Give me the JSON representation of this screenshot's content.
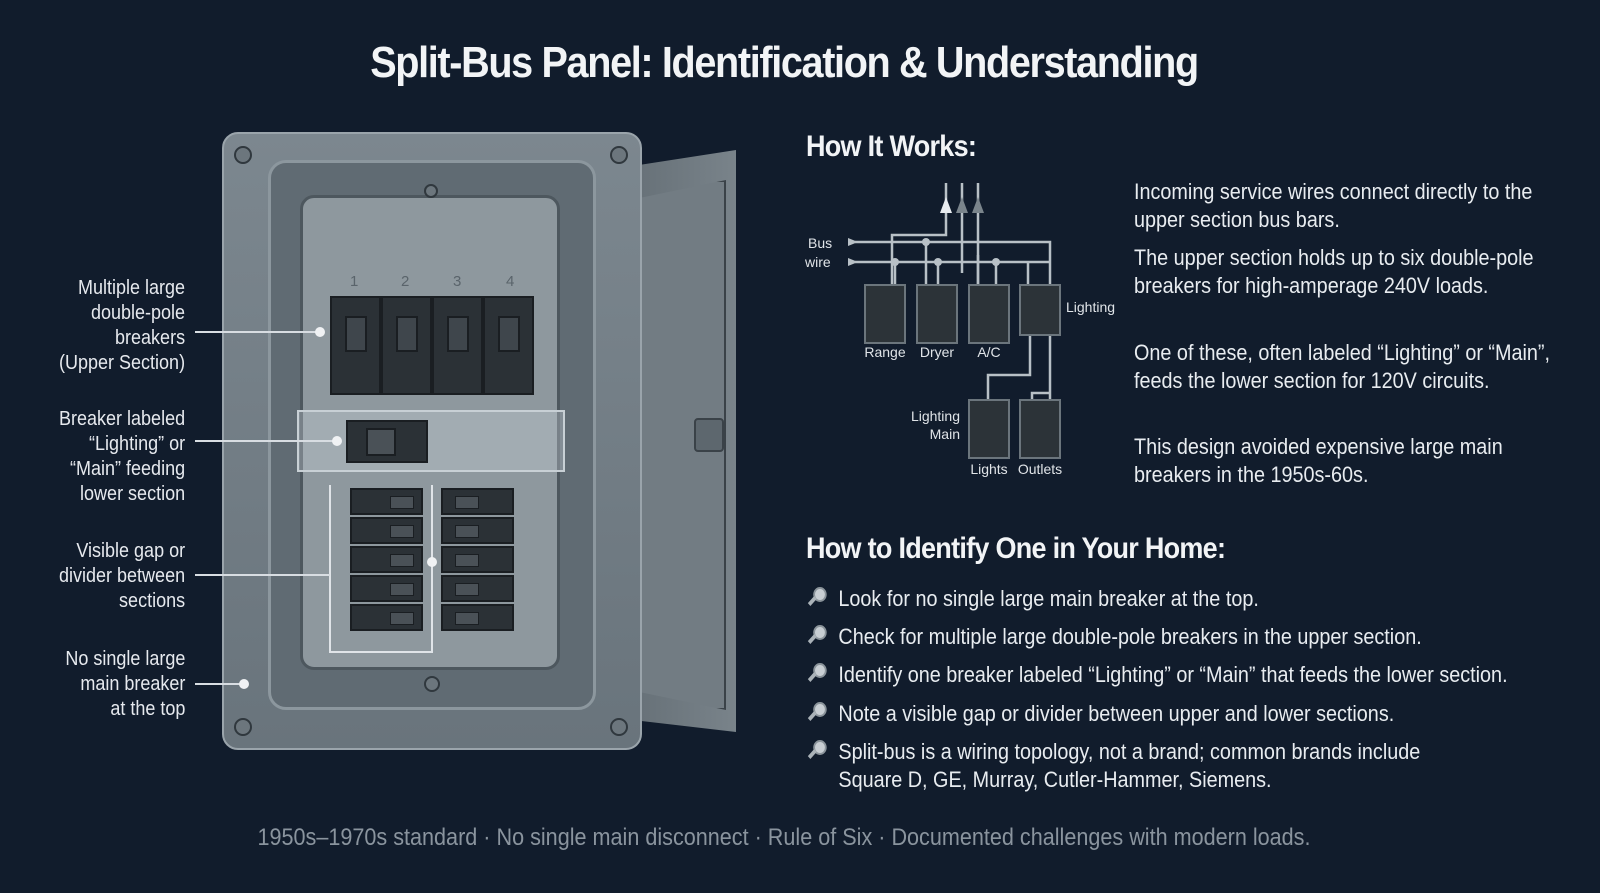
{
  "title": "Split-Bus Panel: Identification & Understanding",
  "panel": {
    "slot_numbers": [
      "1",
      "2",
      "3",
      "4"
    ],
    "callouts": [
      "Multiple large\ndouble-pole\nbreakers\n(Upper Section)",
      "Breaker labeled\n“Lighting” or\n“Main” feeding\nlower section",
      "Visible gap or\ndivider between\nsections",
      "No single large\nmain breaker\nat the top"
    ]
  },
  "how_it_works": {
    "heading": "How It Works:",
    "diagram": {
      "bus_label": "Bus",
      "wire_label": "wire",
      "breakers": [
        "Range",
        "Dryer",
        "A/C",
        "Lighting"
      ],
      "lower_label_1": "Lighting",
      "lower_label_2": "Main",
      "lower_breakers": [
        "Lights",
        "Outlets"
      ]
    },
    "paragraphs": [
      "Incoming service wires connect directly to the upper section bus bars.",
      "The upper section holds up to six double-pole breakers for high-amperage 240V loads.",
      "One of these, often labeled “Lighting” or “Main”, feeds the lower section for 120V circuits.",
      "This design avoided expensive large main breakers in the 1950s-60s."
    ]
  },
  "identify": {
    "heading": "How to Identify One in Your Home:",
    "icon": "magnifier-icon",
    "items": [
      "Look for no single large main breaker at the top.",
      "Check for multiple large double-pole breakers in the upper section.",
      "Identify one breaker labeled “Lighting” or “Main” that feeds the lower section.",
      "Note a visible gap or divider between upper and lower sections.",
      "Split-bus is a wiring topology, not a brand; common brands include\nSquare D, GE, Murray, Cutler-Hammer, Siemens."
    ]
  },
  "footer": "1950s–1970s standard · No single main disconnect · Rule of Six · Documented challenges with modern loads."
}
